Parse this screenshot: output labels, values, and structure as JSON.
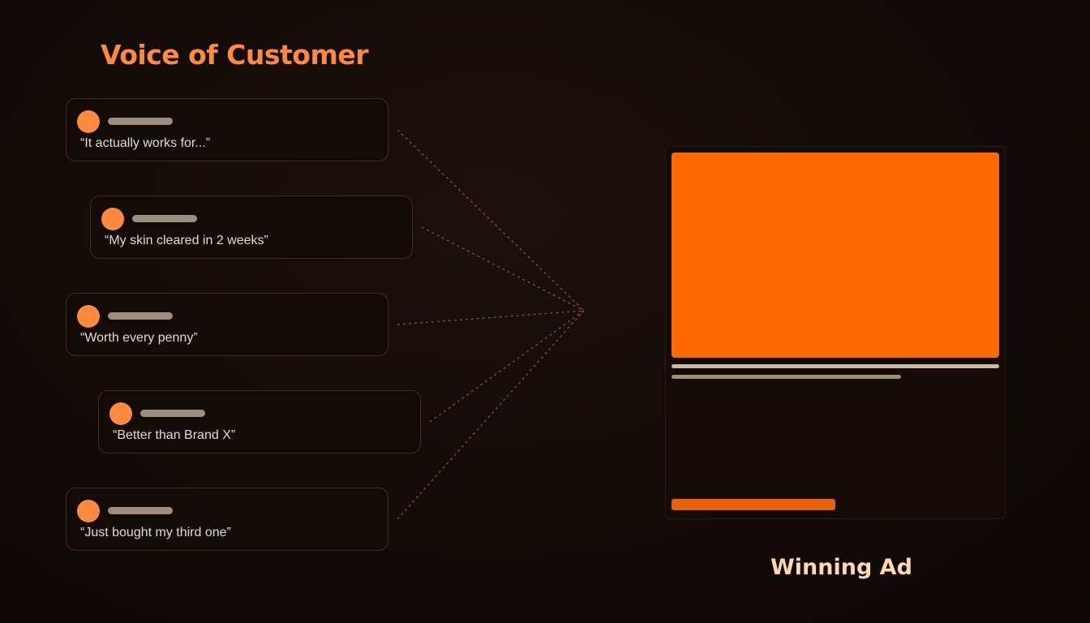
{
  "left_title": "Voice of Customer",
  "right_title": "Winning Ad",
  "testimonials": [
    {
      "quote": "“It actually works for...”"
    },
    {
      "quote": "“My skin cleared in 2 weeks”"
    },
    {
      "quote": "“Worth every penny”"
    },
    {
      "quote": "“Better than Brand X”"
    },
    {
      "quote": "“Just bought my third one”"
    }
  ],
  "colors": {
    "accent": "#ff8a3d",
    "ad_image": "#ff6a00",
    "cta": "#e8620a",
    "connector": "#a0502a",
    "card_border": "#4a2a18",
    "right_title": "#ffd7b0"
  },
  "icons": {
    "avatar": "avatar-circle"
  }
}
